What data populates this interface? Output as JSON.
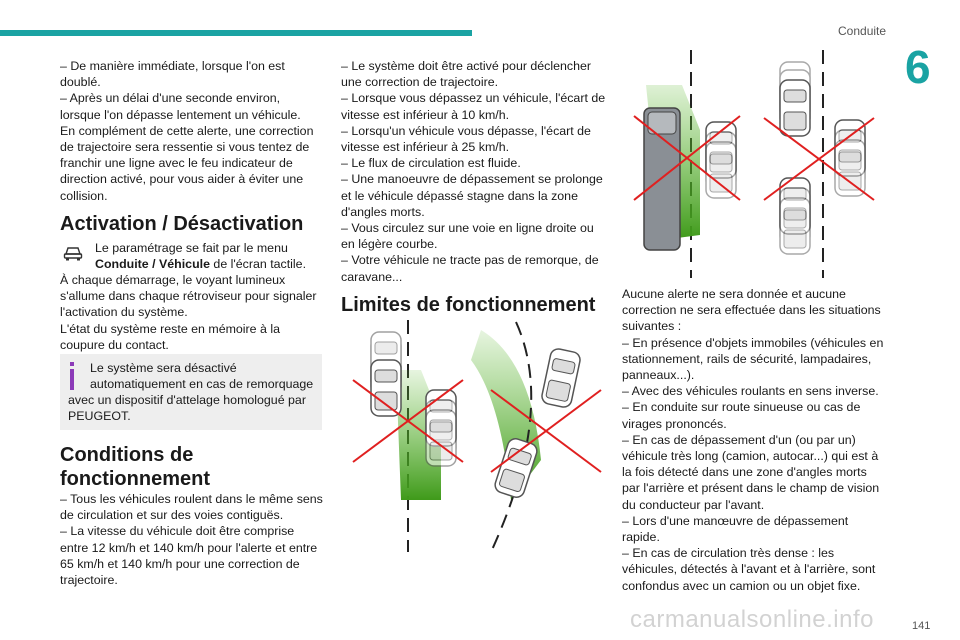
{
  "header": {
    "chapter_name": "Conduite",
    "chapter_number": "6"
  },
  "col1": {
    "intro_lines": [
      "– De manière immédiate, lorsque l'on est doublé.",
      "– Après un délai d'une seconde environ, lorsque l'on dépasse lentement un véhicule.",
      "En complément de cette alerte, une correction de trajectoire sera ressentie si vous tentez de franchir une ligne avec le feu indicateur de direction activé, pour vous aider à éviter une collision."
    ],
    "activation_title": "Activation / Désactivation",
    "activation_text_pre": "Le paramétrage se fait par le menu ",
    "activation_text_bold": "Conduite / Véhicule",
    "activation_text_post": " de l'écran tactile.",
    "activation_text2": "À chaque démarrage, le voyant lumineux s'allume dans chaque rétroviseur pour signaler l'activation du système.",
    "activation_text3": "L'état du système reste en mémoire à la coupure du contact.",
    "info_text": "Le système sera désactivé automatiquement en cas de remorquage",
    "info_text2": "avec un dispositif d'attelage homologué par PEUGEOT.",
    "conditions_title": "Conditions de fonctionnement",
    "conditions_lines": [
      "– Tous les véhicules roulent dans le même sens de circulation et sur des voies contiguës.",
      "– La vitesse du véhicule doit être comprise entre 12 km/h et 140 km/h pour l'alerte et entre 65 km/h et 140 km/h pour une correction de trajectoire."
    ]
  },
  "col2": {
    "lines": [
      "– Le système doit être activé pour déclencher une correction de trajectoire.",
      "– Lorsque vous dépassez un véhicule, l'écart de vitesse est inférieur à 10 km/h.",
      "– Lorsqu'un véhicule vous dépasse, l'écart de vitesse est inférieur à 25 km/h.",
      "– Le flux de circulation est fluide.",
      "– Une manoeuvre de dépassement se prolonge et le véhicule dépassé stagne dans la zone d'angles morts.",
      "– Vous circulez sur une voie en ligne droite ou en légère courbe.",
      "– Votre véhicule ne tracte pas de remorque, de caravane..."
    ],
    "limits_title": "Limites de fonctionnement"
  },
  "col3": {
    "lines": [
      "Aucune alerte ne sera donnée et aucune correction ne sera effectuée dans les situations suivantes :",
      "– En présence d'objets immobiles (véhicules en stationnement, rails de sécurité, lampadaires, panneaux...).",
      "– Avec des véhicules roulants en sens inverse.",
      "– En conduite sur route sinueuse ou cas de virages prononcés.",
      "– En cas de dépassement d'un (ou par un) véhicule très long (camion, autocar...) qui est à la fois détecté dans une zone d'angles morts par l'arrière et présent dans le champ de vision du conducteur par l'avant.",
      "– Lors d'une manœuvre de dépassement rapide.",
      "– En cas de circulation très dense : les véhicules, détectés à l'avant et à l'arrière, sont confondus avec un camion ou un objet fixe."
    ]
  },
  "footer": {
    "page_number": "141",
    "watermark": "carmanualsonline.info"
  },
  "colors": {
    "accent": "#1aa3a3",
    "zone_green": "#5cb82e",
    "cross_red": "#e02020"
  },
  "icons": {
    "car": "car-icon",
    "info": "info-icon"
  }
}
